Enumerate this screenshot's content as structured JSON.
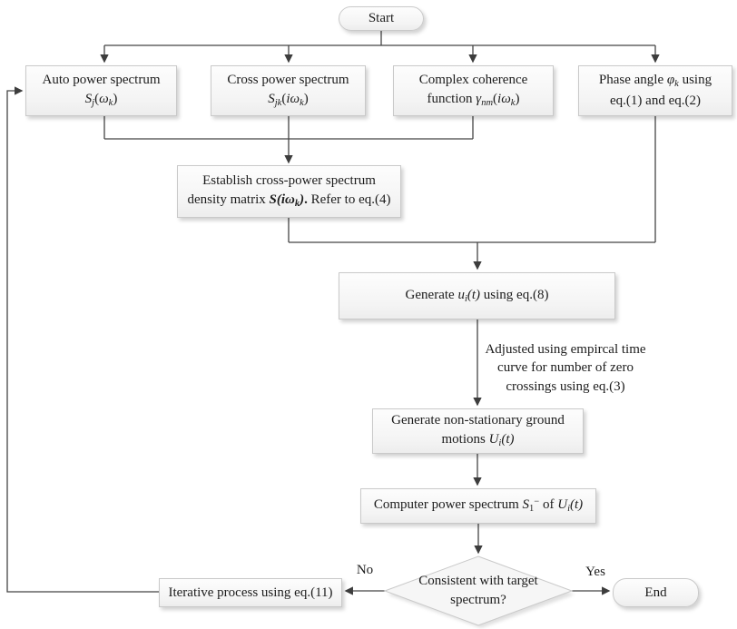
{
  "colors": {
    "edge": "#454545",
    "node_border": "#c9c9c9",
    "node_fill_top": "#fdfdfd",
    "node_fill_bottom": "#ededed",
    "text": "#1c1c1c",
    "background": "#ffffff"
  },
  "nodes": {
    "start": {
      "label": "Start"
    },
    "auto_power": {
      "line1": "Auto power spectrum",
      "line2": [
        {
          "t": "S",
          "s": "i"
        },
        {
          "t": "j",
          "s": "i sub"
        },
        {
          "t": "("
        },
        {
          "t": "ω",
          "s": "i"
        },
        {
          "t": "k",
          "s": "i sub"
        },
        {
          "t": ")"
        }
      ]
    },
    "cross_power": {
      "line1": "Cross power spectrum",
      "line2": [
        {
          "t": "S",
          "s": "i"
        },
        {
          "t": "jk",
          "s": "i sub"
        },
        {
          "t": "("
        },
        {
          "t": "iω",
          "s": "i"
        },
        {
          "t": "k",
          "s": "i sub"
        },
        {
          "t": ")"
        }
      ]
    },
    "coherence": {
      "line1": "Complex coherence",
      "line2": [
        {
          "t": "function "
        },
        {
          "t": "γ",
          "s": "i"
        },
        {
          "t": "nm",
          "s": "i sub"
        },
        {
          "t": "("
        },
        {
          "t": "iω",
          "s": "i"
        },
        {
          "t": "k",
          "s": "i sub"
        },
        {
          "t": ")"
        }
      ]
    },
    "phase": {
      "line1": [
        {
          "t": "Phase angle "
        },
        {
          "t": "φ",
          "s": "i"
        },
        {
          "t": "k",
          "s": "i sub"
        },
        {
          "t": " using"
        }
      ],
      "line2": "eq.(1) and eq.(2)"
    },
    "establish": {
      "segments": [
        {
          "t": "Establish cross-power spectrum density matrix "
        },
        {
          "t": "S(iω",
          "s": "b i"
        },
        {
          "t": "k",
          "s": "b i sub"
        },
        {
          "t": ")",
          "s": "b i"
        },
        {
          "t": ".",
          "s": "b"
        },
        {
          "t": " Refer to eq.(4)"
        }
      ]
    },
    "generate_u": {
      "segments": [
        {
          "t": "Generate "
        },
        {
          "t": "u",
          "s": "i"
        },
        {
          "t": "i",
          "s": "i sub"
        },
        {
          "t": "(t)",
          "s": "i"
        },
        {
          "t": " using eq.(8)"
        }
      ]
    },
    "generate_U": {
      "segments": [
        {
          "t": "Generate non-stationary ground motions "
        },
        {
          "t": "U",
          "s": "i"
        },
        {
          "t": "i",
          "s": "i sub"
        },
        {
          "t": "(t)",
          "s": "i"
        }
      ]
    },
    "compute": {
      "segments": [
        {
          "t": "Computer power spectrum "
        },
        {
          "t": "S",
          "s": "i"
        },
        {
          "t": "1",
          "s": "sub"
        },
        {
          "t": "−",
          "s": "sup"
        },
        {
          "t": " of "
        },
        {
          "t": "U",
          "s": "i"
        },
        {
          "t": "i",
          "s": "i sub"
        },
        {
          "t": "(t)",
          "s": "i"
        }
      ]
    },
    "decision": {
      "line1": "Consistent with target",
      "line2": "spectrum?"
    },
    "iterative": {
      "label": "Iterative process using eq.(11)"
    },
    "end": {
      "label": "End"
    }
  },
  "annotation": {
    "line1": "Adjusted using empircal time",
    "line2": "curve for number of zero",
    "line3": "crossings using eq.(3)"
  },
  "edge_labels": {
    "no": "No",
    "yes": "Yes"
  }
}
